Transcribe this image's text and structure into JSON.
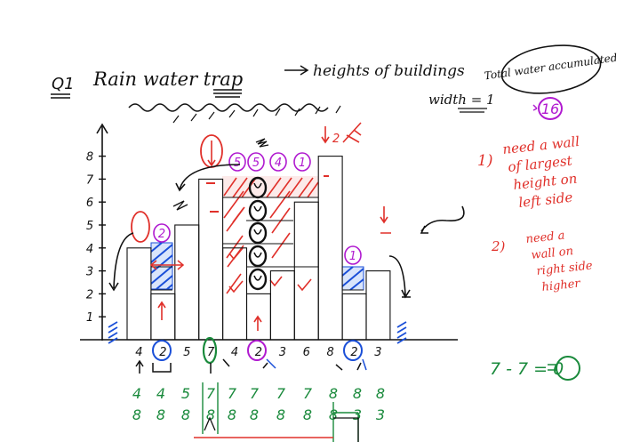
{
  "heading": {
    "q_label": "Q1",
    "title": "Rain water trap",
    "arrow_note": "heights of buildings",
    "width_note": "width = 1",
    "total_note": "Total water accumulated",
    "total_value": "16"
  },
  "colors": {
    "ink": "#111111",
    "red": "#e0302a",
    "magenta": "#b01ad0",
    "blue": "#1a4fd8",
    "green": "#1a8a3c"
  },
  "axis": {
    "y_ticks": [
      "1",
      "2",
      "3",
      "4",
      "5",
      "6",
      "7",
      "8"
    ]
  },
  "building_labels": [
    "4",
    "2",
    "5",
    "7",
    "4",
    "2",
    "3",
    "6",
    "8",
    "2",
    "3"
  ],
  "water_counts": [
    "2",
    "5",
    "5",
    "4",
    "1",
    "1"
  ],
  "conditions": {
    "c1_num": "1)",
    "c1_lines": [
      "need a wall",
      "of largest",
      "height on",
      "left side"
    ],
    "c2_num": "2)",
    "c2_lines": [
      "need a",
      "wall on",
      "right side",
      "higher"
    ]
  },
  "left_max_row": [
    "4",
    "4",
    "5",
    "7",
    "7",
    "7",
    "7",
    "7",
    "8",
    "8",
    "8"
  ],
  "right_max_row": [
    "8",
    "8",
    "8",
    "8",
    "8",
    "8",
    "8",
    "8",
    "8",
    "3",
    "3"
  ],
  "bottom_note": "7 - 7 = 0"
}
